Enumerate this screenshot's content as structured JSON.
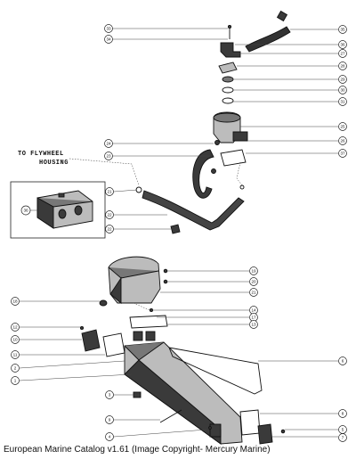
{
  "caption": "European Marine Catalog v1.61 (Image Copyright- Mercury Marine)",
  "annotation_line1": "TO FLYWHEEL",
  "annotation_line2": "HOUSING",
  "callouts": {
    "left": [
      "33",
      "34",
      "24",
      "23",
      "21",
      "22",
      "22",
      "18",
      "12",
      "10",
      "11",
      "2",
      "1",
      "3",
      "9",
      "4"
    ],
    "right": [
      "35",
      "36",
      "27",
      "28",
      "29",
      "30",
      "31",
      "25",
      "26",
      "37",
      "19",
      "20",
      "21",
      "14",
      "17",
      "13",
      "6",
      "8",
      "5",
      "7"
    ],
    "inset": "36"
  }
}
